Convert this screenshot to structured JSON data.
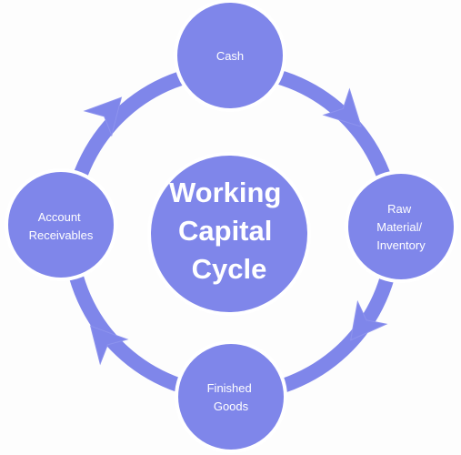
{
  "colors": {
    "accent": "#7f86ea",
    "background": "#fdfdfd",
    "text": "#ffffff"
  },
  "diagram": {
    "center": {
      "lines": [
        "Working",
        "Capital",
        "Cycle"
      ]
    },
    "nodes": [
      {
        "lines": [
          "Cash"
        ]
      },
      {
        "lines": [
          "Raw",
          "Material/",
          "Inventory"
        ]
      },
      {
        "lines": [
          "Finished",
          "Goods"
        ]
      },
      {
        "lines": [
          "Account",
          "Receivables"
        ]
      }
    ]
  }
}
